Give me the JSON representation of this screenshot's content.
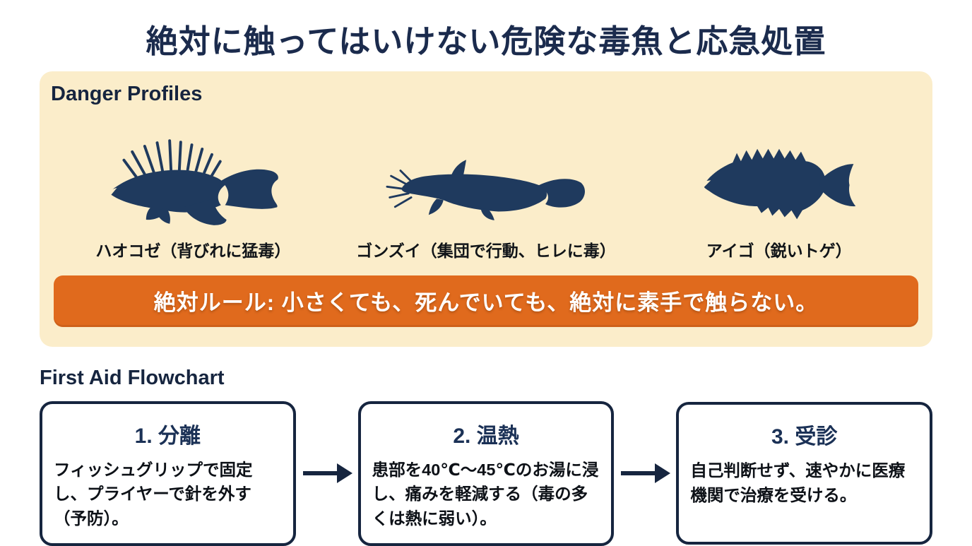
{
  "page": {
    "title": "絶対に触ってはいけない危険な毒魚と応急処置"
  },
  "danger_profiles": {
    "heading": "Danger Profiles",
    "fish": [
      {
        "icon": "scorpionfish-silhouette",
        "label": "ハオコゼ（背びれに猛毒）"
      },
      {
        "icon": "eel-catfish-silhouette",
        "label": "ゴンズイ（集団で行動、ヒレに毒）"
      },
      {
        "icon": "rabbitfish-silhouette",
        "label": "アイゴ（鋭いトゲ）"
      }
    ],
    "rule_banner": "絶対ルール: 小さくても、死んでいても、絶対に素手で触らない。"
  },
  "first_aid": {
    "heading": "First Aid Flowchart",
    "steps": [
      {
        "title": "1. 分離",
        "body": "フィッシュグリップで固定し、プライヤーで針を外す（予防）。"
      },
      {
        "title": "2. 温熱",
        "body": "患部を40℃～45℃のお湯に浸し、痛みを軽減する（毒の多くは熱に弱い）。"
      },
      {
        "title": "3. 受診",
        "body": "自己判断せず、速やかに医療機関で治療を受ける。"
      }
    ]
  },
  "colors": {
    "navy_text": "#1b2b4d",
    "fish_navy": "#1f3a5e",
    "panel_cream": "#fbedca",
    "banner_orange": "#e06a1d",
    "box_border_navy": "#16253f",
    "body_text": "#0d1117",
    "background": "#ffffff"
  }
}
